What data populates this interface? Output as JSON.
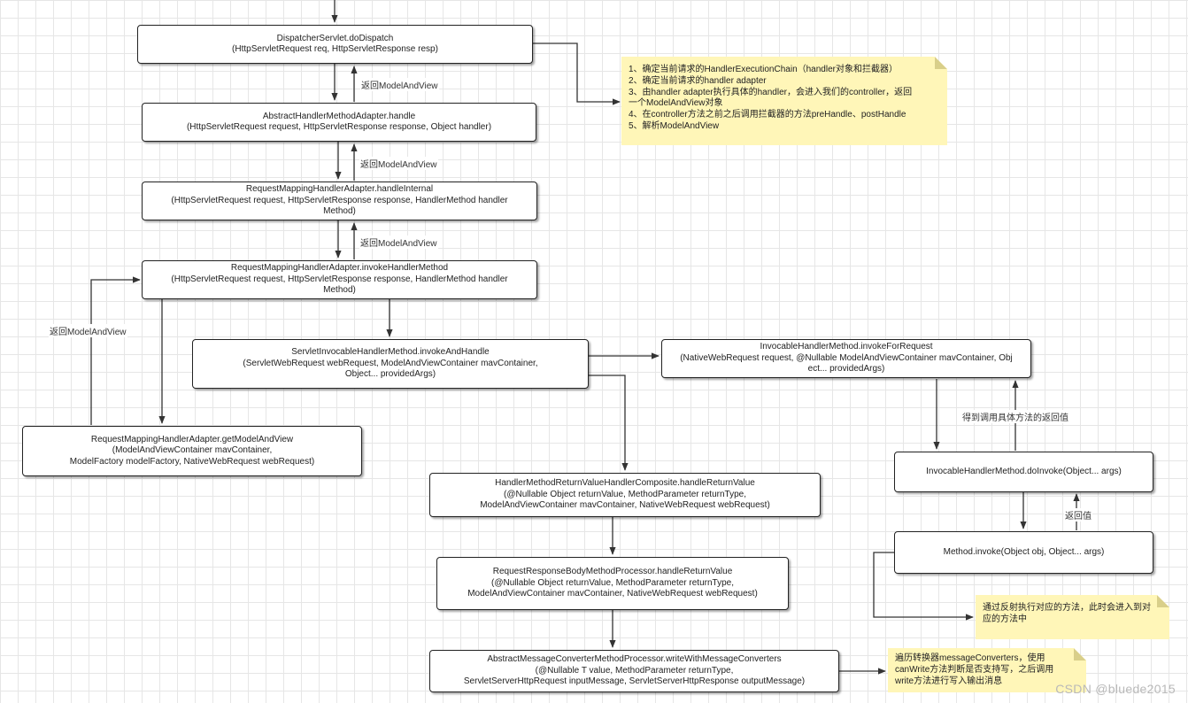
{
  "nodes": {
    "dispatch": [
      "DispatcherServlet.doDispatch",
      "(HttpServletRequest req, HttpServletResponse resp)"
    ],
    "ahma_handle": [
      "AbstractHandlerMethodAdapter.handle",
      "(HttpServletRequest request, HttpServletResponse response, Object handler)"
    ],
    "rmha_internal": [
      "RequestMappingHandlerAdapter.handleInternal",
      "(HttpServletRequest request, HttpServletResponse response, HandlerMethod handler",
      "Method)"
    ],
    "rmha_invoke": [
      "RequestMappingHandlerAdapter.invokeHandlerMethod",
      "(HttpServletRequest request,  HttpServletResponse response, HandlerMethod handler",
      "Method)"
    ],
    "sihm_invoke": [
      "ServletInvocableHandlerMethod.invokeAndHandle",
      "(ServletWebRequest webRequest, ModelAndViewContainer mavContainer,",
      "Object... providedArgs)"
    ],
    "rmha_getmav": [
      "RequestMappingHandlerAdapter.getModelAndView",
      "(ModelAndViewContainer mavContainer,",
      "ModelFactory modelFactory, NativeWebRequest webRequest)"
    ],
    "ihm_request": [
      "InvocableHandlerMethod.invokeForRequest",
      "(NativeWebRequest request, @Nullable ModelAndViewContainer mavContainer,  Obj",
      "ect... providedArgs)"
    ],
    "ihm_doinvoke": [
      "InvocableHandlerMethod.doInvoke(Object... args)"
    ],
    "method_invoke": [
      "Method.invoke(Object obj, Object... args)"
    ],
    "hmrv_handle": [
      "HandlerMethodReturnValueHandlerComposite.handleReturnValue",
      "(@Nullable Object returnValue, MethodParameter returnType,",
      "ModelAndViewContainer mavContainer, NativeWebRequest webRequest)"
    ],
    "rrbmp_handle": [
      "RequestResponseBodyMethodProcessor.handleReturnValue",
      "(@Nullable Object returnValue, MethodParameter returnType,",
      "ModelAndViewContainer mavContainer, NativeWebRequest webRequest)"
    ],
    "amcmp_write": [
      "AbstractMessageConverterMethodProcessor.writeWithMessageConverters",
      "(@Nullable T value, MethodParameter returnType,",
      "ServletServerHttpRequest inputMessage, ServletServerHttpResponse outputMessage)"
    ]
  },
  "notes": {
    "dispatch_steps": [
      "1、确定当前请求的HandlerExecutionChain（handler对象和拦截器）",
      "2、确定当前请求的handler adapter",
      "3、由handler adapter执行具体的handler，会进入我们的controller，返回",
      "一个ModelAndView对象",
      "4、在controller方法之前之后调用拦截器的方法preHandle、postHandle",
      "5、解析ModelAndView"
    ],
    "reflect": [
      "通过反射执行对应的方法，此时会进入到对",
      "应的方法中"
    ],
    "converters": [
      "遍历转换器messageConverters，使用",
      "canWrite方法判断是否支持写，之后调用",
      "write方法进行写入输出消息"
    ]
  },
  "labels": {
    "return_mav_1": "返回ModelAndView",
    "return_mav_2": "返回ModelAndView",
    "return_mav_3": "返回ModelAndView",
    "return_mav_left": "返回ModelAndView",
    "get_return_value": "得到调用具体方法的返回值",
    "return_value": "返回值"
  },
  "watermark": "CSDN @bluede2015",
  "colors": {
    "line": "#333333",
    "note_bg": "#fff6b8",
    "grid": "#e6e6e6"
  }
}
